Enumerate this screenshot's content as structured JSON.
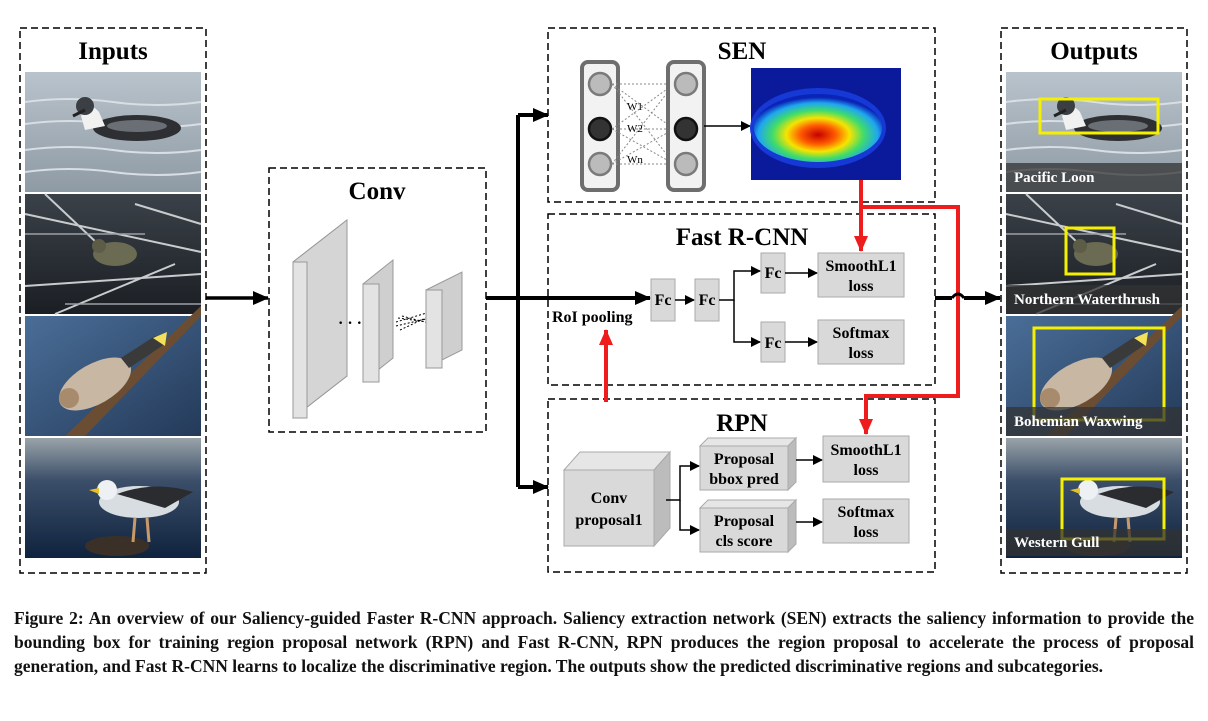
{
  "panels": {
    "inputs": "Inputs",
    "conv": "Conv",
    "sen": "SEN",
    "fast_rcnn": "Fast R-CNN",
    "rpn": "RPN",
    "outputs": "Outputs"
  },
  "sen": {
    "weights": [
      "W1",
      "W2",
      "Wn"
    ]
  },
  "conv_dots": "· · ·",
  "fast_rcnn": {
    "roi_pooling": "RoI pooling",
    "fc": "Fc",
    "smoothl1": [
      "SmoothL1",
      "loss"
    ],
    "softmax": [
      "Softmax",
      "loss"
    ]
  },
  "rpn": {
    "conv_proposal": [
      "Conv",
      "proposal1"
    ],
    "bbox_pred": [
      "Proposal",
      "bbox pred"
    ],
    "cls_score": [
      "Proposal",
      "cls score"
    ],
    "smoothl1": [
      "SmoothL1",
      "loss"
    ],
    "softmax": [
      "Softmax",
      "loss"
    ]
  },
  "outputs": {
    "labels": [
      "Pacific Loon",
      "Northern Waterthrush",
      "Bohemian Waxwing",
      "Western Gull"
    ]
  },
  "caption": "Figure 2: An overview of our Saliency-guided Faster R-CNN approach. Saliency extraction network (SEN) extracts the saliency information to provide the bounding box for training region proposal network (RPN) and Fast R-CNN, RPN produces the region proposal to accelerate the process of proposal generation, and Fast R-CNN learns to localize the discriminative region. The outputs show the predicted discriminative regions and subcategories.",
  "colors": {
    "red_arrow": "#ee1c1c",
    "yellow_box": "#f4f000",
    "box_gray": "#d9d9d9"
  }
}
